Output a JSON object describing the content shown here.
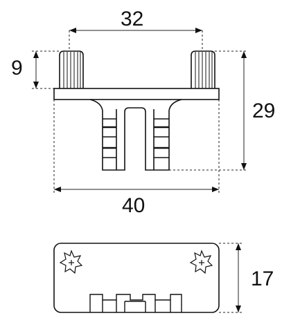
{
  "dimensions": {
    "top_spacing": "32",
    "pin_height": "9",
    "overall_height": "29",
    "overall_width": "40",
    "depth": "17"
  },
  "colors": {
    "line": "#111111",
    "dim_line": "#222222",
    "background": "#ffffff"
  }
}
